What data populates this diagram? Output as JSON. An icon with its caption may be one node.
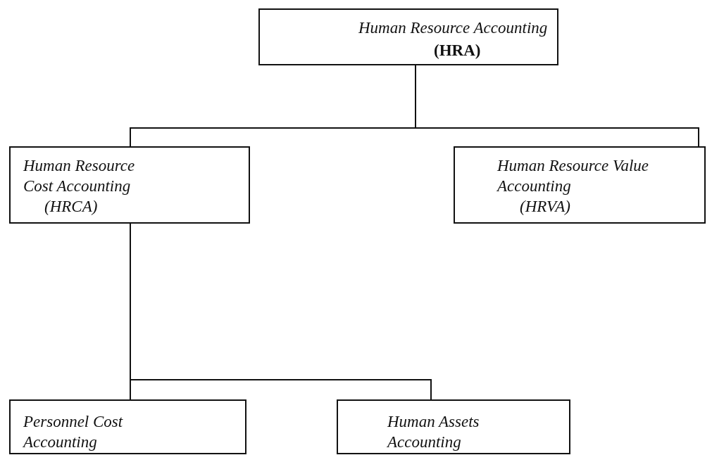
{
  "diagram": {
    "nodes": [
      {
        "text": [
          "Human Resource Accounting",
          "(HRA)"
        ]
      },
      {
        "text": [
          "Human Resource Cost Accounting",
          "(HRCA)"
        ]
      },
      {
        "text": [
          "Human Resource Value Accounting",
          "(HRVA)"
        ]
      },
      {
        "text": [
          "Personnel Cost Accounting"
        ]
      },
      {
        "text": [
          "Human Assets Accounting"
        ]
      }
    ],
    "edges": [
      {
        "from": 0,
        "to": 1,
        "arrow": "none"
      },
      {
        "from": 0,
        "to": 2,
        "arrow": "none"
      },
      {
        "from": 1,
        "to": 3,
        "arrow": "none"
      },
      {
        "from": 1,
        "to": 4,
        "arrow": "none"
      }
    ]
  }
}
